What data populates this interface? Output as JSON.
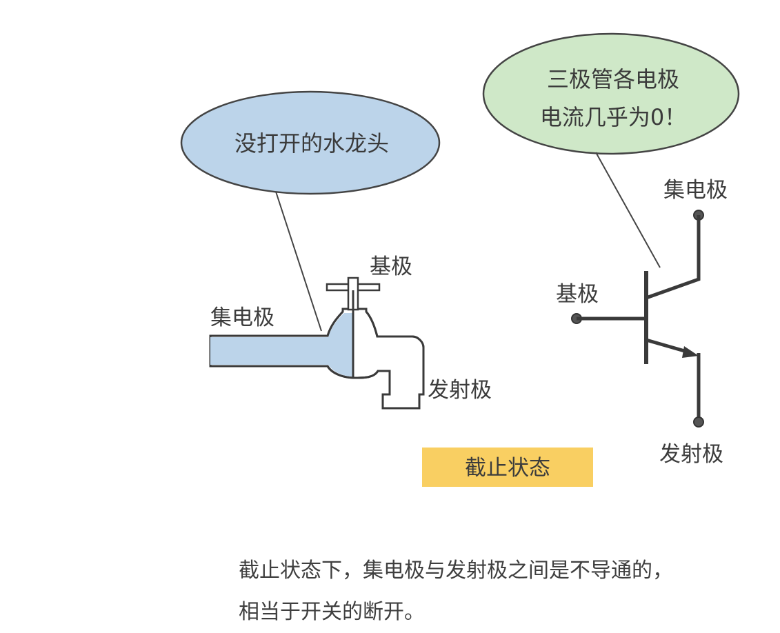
{
  "faucet": {
    "bubble_text": "没打开的水龙头",
    "label_base": "基极",
    "label_collector": "集电极",
    "label_emitter": "发射极"
  },
  "transistor": {
    "bubble_line1": "三极管各电极",
    "bubble_line2": "电流几乎为0！",
    "label_collector": "集电极",
    "label_base": "基极",
    "label_emitter": "发射极"
  },
  "state_label": "截止状态",
  "caption": {
    "line1": "截止状态下，集电极与发射极之间是不导通的，",
    "line2": "相当于开关的断开。"
  },
  "colors": {
    "faucet_bubble": "#bcd4ea",
    "transistor_bubble": "#cfe8c8",
    "water": "#bcd4ea",
    "state_box": "#f9cf62",
    "line": "#3a3a3a"
  }
}
